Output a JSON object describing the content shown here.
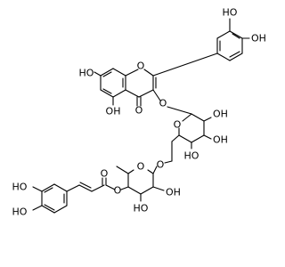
{
  "diagram": {
    "type": "chemical-structure",
    "line_color": "#000000",
    "background": "#ffffff",
    "atom_labels": {
      "ho_catechol_a_top": "HO",
      "oh_catechol_a_right": "OH",
      "ho_chromone_7": "HO",
      "o_ring": "O",
      "o_ether_3": "O",
      "o_carbonyl": "O",
      "oh_chromone_5": "OH",
      "oh_glc_1": "OH",
      "oh_glc_2": "OH",
      "ho_glc_3": "HO",
      "o_glc_ring": "O",
      "o_glycosidic": "O",
      "o_rha_ring": "O",
      "oh_rha_1": "OH",
      "ho_rha_2": "HO",
      "o_ester_carbonyl": "O",
      "o_ester": "O",
      "ho_catechol_b_1": "HO",
      "ho_catechol_b_2": "HO"
    }
  }
}
